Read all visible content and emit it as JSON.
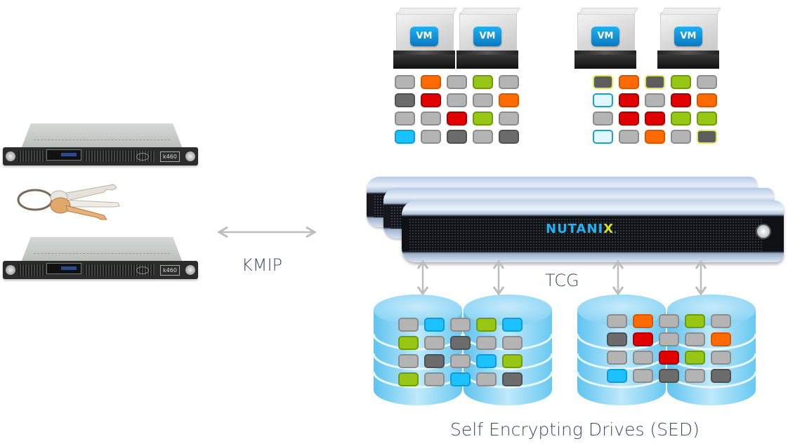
{
  "diagram": {
    "title": "Nutanix Data-at-Rest Encryption with Self Encrypting Drives",
    "labels": {
      "kmip": "KMIP",
      "tcg": "TCG",
      "sed": "Self Encrypting Drives (SED)"
    },
    "key_management": {
      "servers": [
        {
          "badge": "k460"
        },
        {
          "badge": "k460"
        }
      ],
      "keys_icon": "keys-icon"
    },
    "vms": [
      {
        "label": "VM"
      },
      {
        "label": "VM"
      },
      {
        "label": "VM"
      },
      {
        "label": "VM"
      }
    ],
    "appliance": {
      "brand_main": "NUTANI",
      "brand_accent": "X",
      "brand_dot": "."
    },
    "colors": {
      "gray": "#b4b4b4",
      "dark_gray": "#6c6c6c",
      "orange": "#ff6b00",
      "red": "#e00000",
      "green": "#98c614",
      "blue": "#1cc2ff",
      "light_blue_outline": "#e2f6fd",
      "dark_yellow_outline": "#5d5d5d",
      "text": "#3e4d63",
      "arrow": "#bdbdbd"
    },
    "block_grids": {
      "vm_left": [
        [
          "gray",
          "orange",
          "gray",
          "green",
          "gray"
        ],
        [
          "dark",
          "red",
          "gray",
          "gray",
          "orange"
        ],
        [
          "gray",
          "gray",
          "red",
          "green",
          "gray"
        ],
        [
          "blue",
          "gray",
          "dark",
          "gray",
          "dark"
        ]
      ],
      "vm_right": [
        [
          "darky",
          "orange",
          "darky",
          "green",
          "gray"
        ],
        [
          "light",
          "red",
          "gray",
          "red",
          "orange"
        ],
        [
          "gray",
          "red",
          "red",
          "green",
          "green"
        ],
        [
          "light",
          "gray",
          "orange",
          "gray",
          "darky"
        ]
      ],
      "disk_left": [
        [
          "gray",
          "blue",
          "gray",
          "green",
          "blue"
        ],
        [
          "green",
          "gray",
          "dark",
          "gray",
          "gray"
        ],
        [
          "gray",
          "dark",
          "gray",
          "blue",
          "green"
        ],
        [
          "green",
          "gray",
          "blue",
          "gray",
          "dark"
        ]
      ],
      "disk_right": [
        [
          "gray",
          "orange",
          "gray",
          "green",
          "gray"
        ],
        [
          "dark",
          "red",
          "gray",
          "gray",
          "orange"
        ],
        [
          "gray",
          "gray",
          "red",
          "green",
          "gray"
        ],
        [
          "blue",
          "gray",
          "dark",
          "gray",
          "dark"
        ]
      ]
    }
  }
}
